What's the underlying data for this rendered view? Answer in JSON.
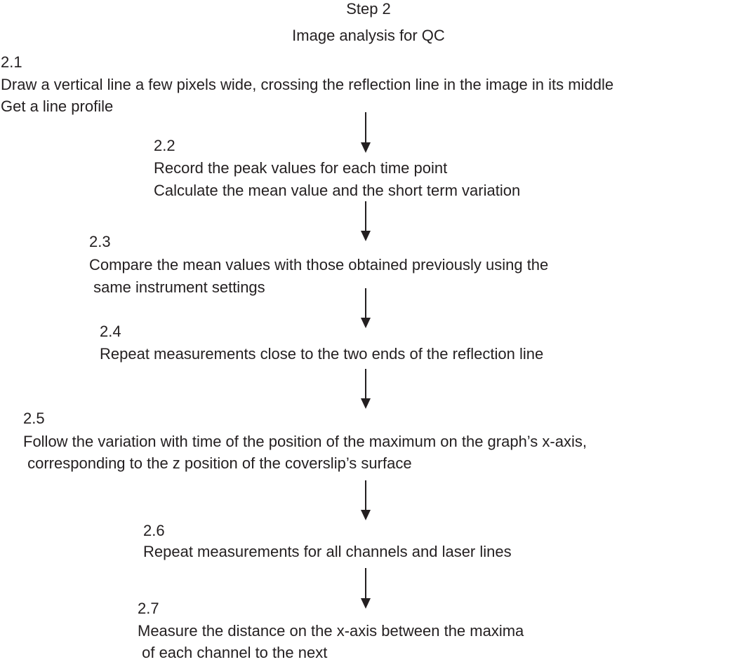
{
  "header": {
    "title": "Step 2",
    "subtitle": "Image analysis for QC"
  },
  "steps": [
    {
      "number": "2.1",
      "lines": [
        "Draw a vertical line a few pixels wide, crossing the reflection line in the image in its middle",
        "Get a line profile"
      ]
    },
    {
      "number": "2.2",
      "lines": [
        "Record the peak values for each time point",
        "Calculate the mean value and the short term variation"
      ]
    },
    {
      "number": "2.3",
      "lines": [
        "Compare the mean values with those obtained previously using the",
        " same instrument settings"
      ]
    },
    {
      "number": "2.4",
      "lines": [
        "Repeat measurements close to the two ends of the reflection line"
      ]
    },
    {
      "number": "2.5",
      "lines": [
        "Follow the variation with time of the position of the maximum on the graph’s x-axis,",
        " corresponding to the z position of the coverslip’s surface"
      ]
    },
    {
      "number": "2.6",
      "lines": [
        "Repeat measurements for all channels and laser lines"
      ]
    },
    {
      "number": "2.7",
      "lines": [
        "Measure the distance on the x-axis between the maxima",
        " of each channel to the next"
      ]
    }
  ],
  "arrows": [
    {
      "icon": "down-arrow-icon",
      "from": "2.1",
      "to": "2.2"
    },
    {
      "icon": "down-arrow-icon",
      "from": "2.2",
      "to": "2.3"
    },
    {
      "icon": "down-arrow-icon",
      "from": "2.3",
      "to": "2.4"
    },
    {
      "icon": "down-arrow-icon",
      "from": "2.4",
      "to": "2.5"
    },
    {
      "icon": "down-arrow-icon",
      "from": "2.5",
      "to": "2.6"
    },
    {
      "icon": "down-arrow-icon",
      "from": "2.6",
      "to": "2.7"
    }
  ]
}
